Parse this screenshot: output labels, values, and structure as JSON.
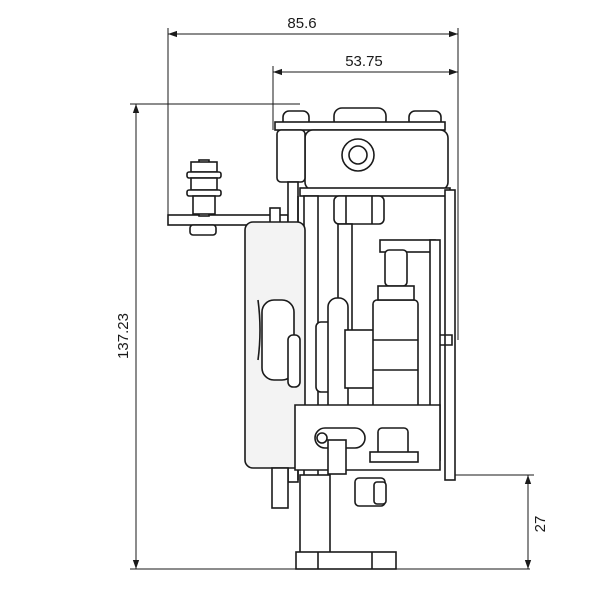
{
  "dimensions": {
    "width_total": "85.6",
    "width_partial": "53.75",
    "height_total": "137.23",
    "height_bottom": "27"
  }
}
